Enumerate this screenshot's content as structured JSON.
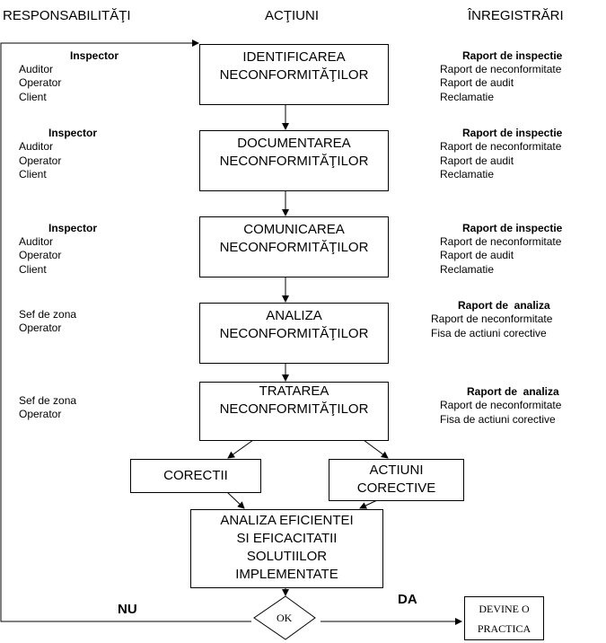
{
  "headers": {
    "responsibilities": "RESPONSABILITĂŢI",
    "actions": "ACŢIUNI",
    "records": "ÎNREGISTRĂRI"
  },
  "steps": [
    {
      "line1": "IDENTIFICAREA",
      "line2": "NECONFORMITĂŢILOR"
    },
    {
      "line1": "DOCUMENTAREA",
      "line2": "NECONFORMITĂŢILOR"
    },
    {
      "line1": "COMUNICAREA",
      "line2": "NECONFORMITĂŢILOR"
    },
    {
      "line1": "ANALIZA",
      "line2": "NECONFORMITĂŢILOR"
    },
    {
      "line1": "TRATAREA",
      "line2": "NECONFORMITĂŢILOR"
    }
  ],
  "responsibilities": [
    {
      "bold": "Inspector",
      "items": [
        "Auditor",
        "Operator",
        "Client"
      ]
    },
    {
      "bold": "Inspector",
      "items": [
        "Auditor",
        "Operator",
        "Client"
      ]
    },
    {
      "bold": "Inspector",
      "items": [
        "Auditor",
        "Operator",
        "Client"
      ]
    },
    {
      "items": [
        "Sef de zona",
        "Operator"
      ]
    },
    {
      "items": [
        "Sef de zona",
        "Operator"
      ]
    }
  ],
  "records": [
    {
      "bold": "Raport de inspectie",
      "items": [
        "Raport de neconformitate",
        "Raport de audit",
        "Reclamatie"
      ]
    },
    {
      "bold": "Raport de inspectie",
      "items": [
        "Raport de neconformitate",
        "Raport de audit",
        "Reclamatie"
      ]
    },
    {
      "bold": "Raport de inspectie",
      "items": [
        "Raport de neconformitate",
        "Raport de audit",
        "Reclamatie"
      ]
    },
    {
      "bold": "Raport de  analiza",
      "items": [
        "Raport de neconformitate",
        "Fisa de actiuni corective"
      ]
    },
    {
      "bold": "Raport de  analiza",
      "items": [
        "Raport de neconformitate",
        "Fisa de actiuni corective"
      ]
    }
  ],
  "corrections": "CORECTII",
  "corrective_actions": {
    "line1": "ACTIUNI",
    "line2": "CORECTIVE"
  },
  "effectiveness": [
    "ANALIZA EFICIENTEI",
    "SI EFICACITATII",
    "SOLUTIILOR",
    "IMPLEMENTATE"
  ],
  "decision": "OK",
  "no_label": "NU",
  "yes_label": "DA",
  "outcome": {
    "line1": "DEVINE O",
    "line2": "PRACTICA"
  }
}
